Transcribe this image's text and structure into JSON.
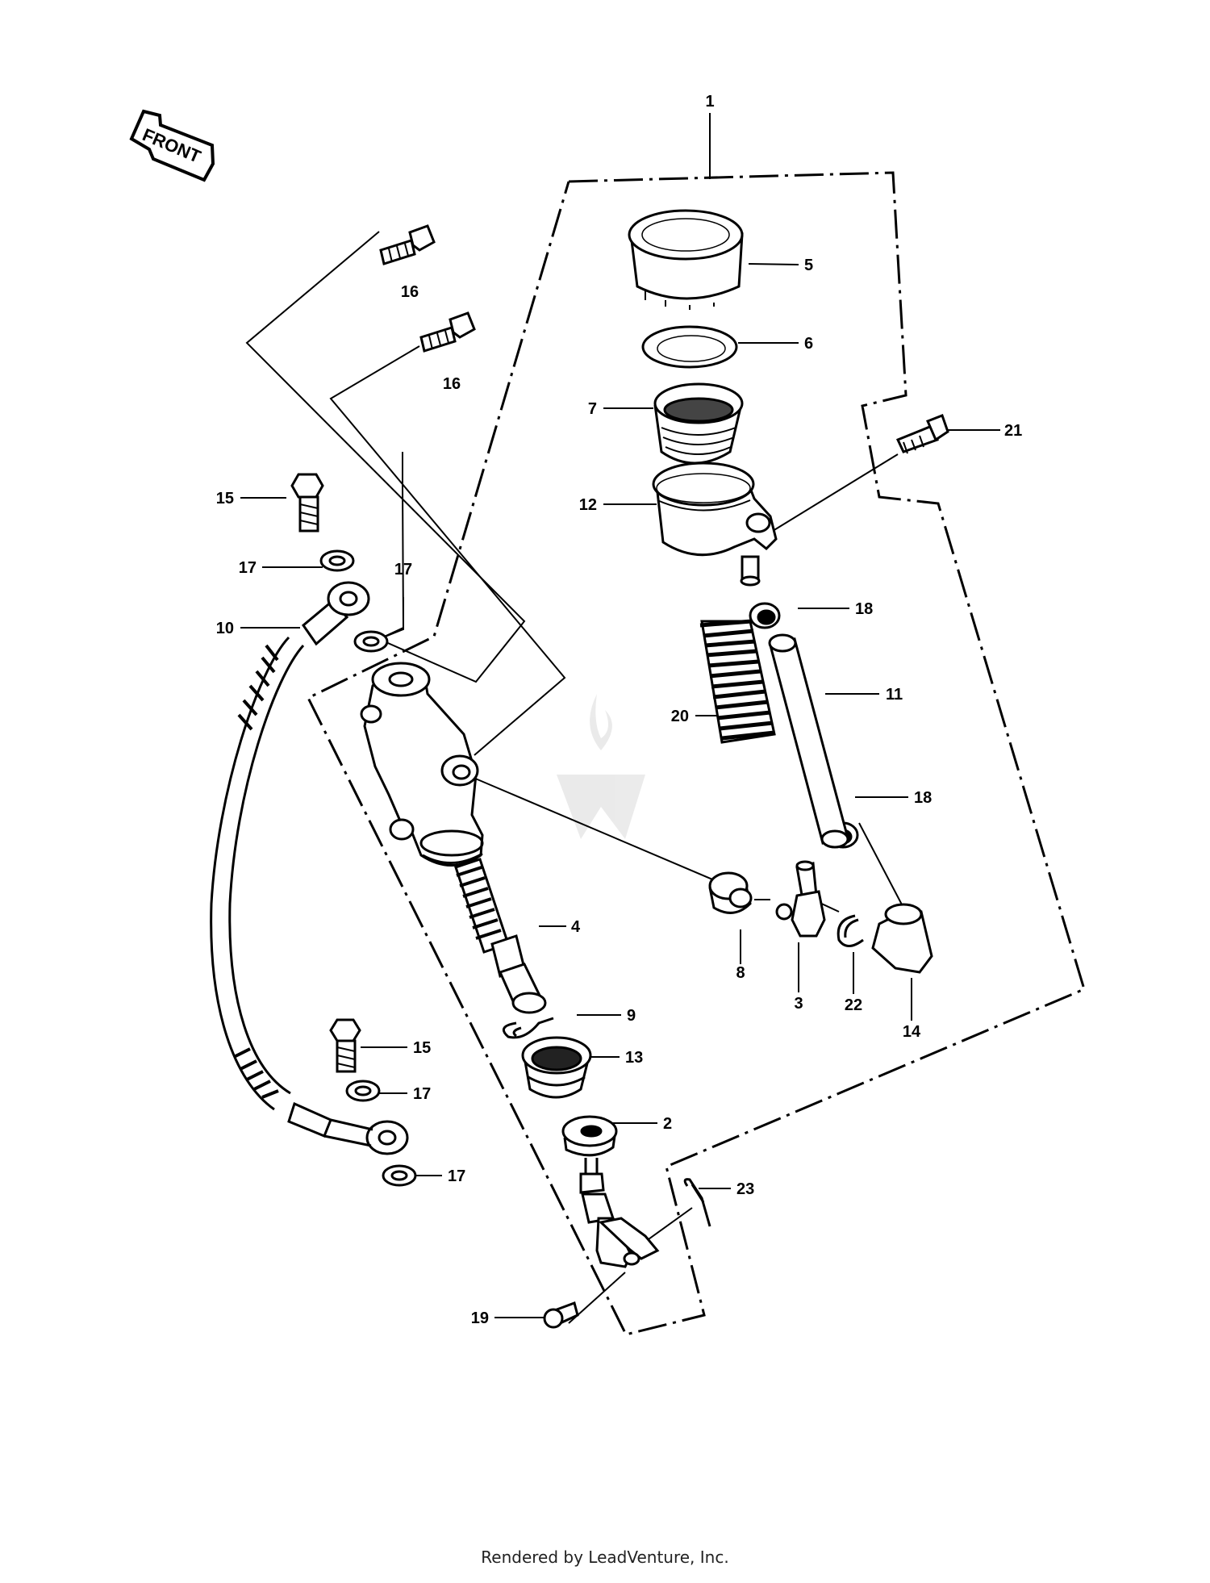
{
  "front_arrow": {
    "text": "FRONT"
  },
  "callouts": [
    {
      "id": "c1",
      "text": "1"
    },
    {
      "id": "c5",
      "text": "5"
    },
    {
      "id": "c6",
      "text": "6"
    },
    {
      "id": "c7",
      "text": "7"
    },
    {
      "id": "c12",
      "text": "12"
    },
    {
      "id": "c21",
      "text": "21"
    },
    {
      "id": "c16a",
      "text": "16"
    },
    {
      "id": "c16b",
      "text": "16"
    },
    {
      "id": "c15a",
      "text": "15"
    },
    {
      "id": "c17a",
      "text": "17"
    },
    {
      "id": "c17b",
      "text": "17"
    },
    {
      "id": "c10",
      "text": "10"
    },
    {
      "id": "c18a",
      "text": "18"
    },
    {
      "id": "c11",
      "text": "11"
    },
    {
      "id": "c20",
      "text": "20"
    },
    {
      "id": "c18b",
      "text": "18"
    },
    {
      "id": "c4",
      "text": "4"
    },
    {
      "id": "c8",
      "text": "8"
    },
    {
      "id": "c3",
      "text": "3"
    },
    {
      "id": "c22",
      "text": "22"
    },
    {
      "id": "c14",
      "text": "14"
    },
    {
      "id": "c9",
      "text": "9"
    },
    {
      "id": "c15b",
      "text": "15"
    },
    {
      "id": "c13",
      "text": "13"
    },
    {
      "id": "c17c",
      "text": "17"
    },
    {
      "id": "c2",
      "text": "2"
    },
    {
      "id": "c17d",
      "text": "17"
    },
    {
      "id": "c23",
      "text": "23"
    },
    {
      "id": "c19",
      "text": "19"
    }
  ],
  "footer": {
    "text": "Rendered by LeadVenture, Inc."
  }
}
